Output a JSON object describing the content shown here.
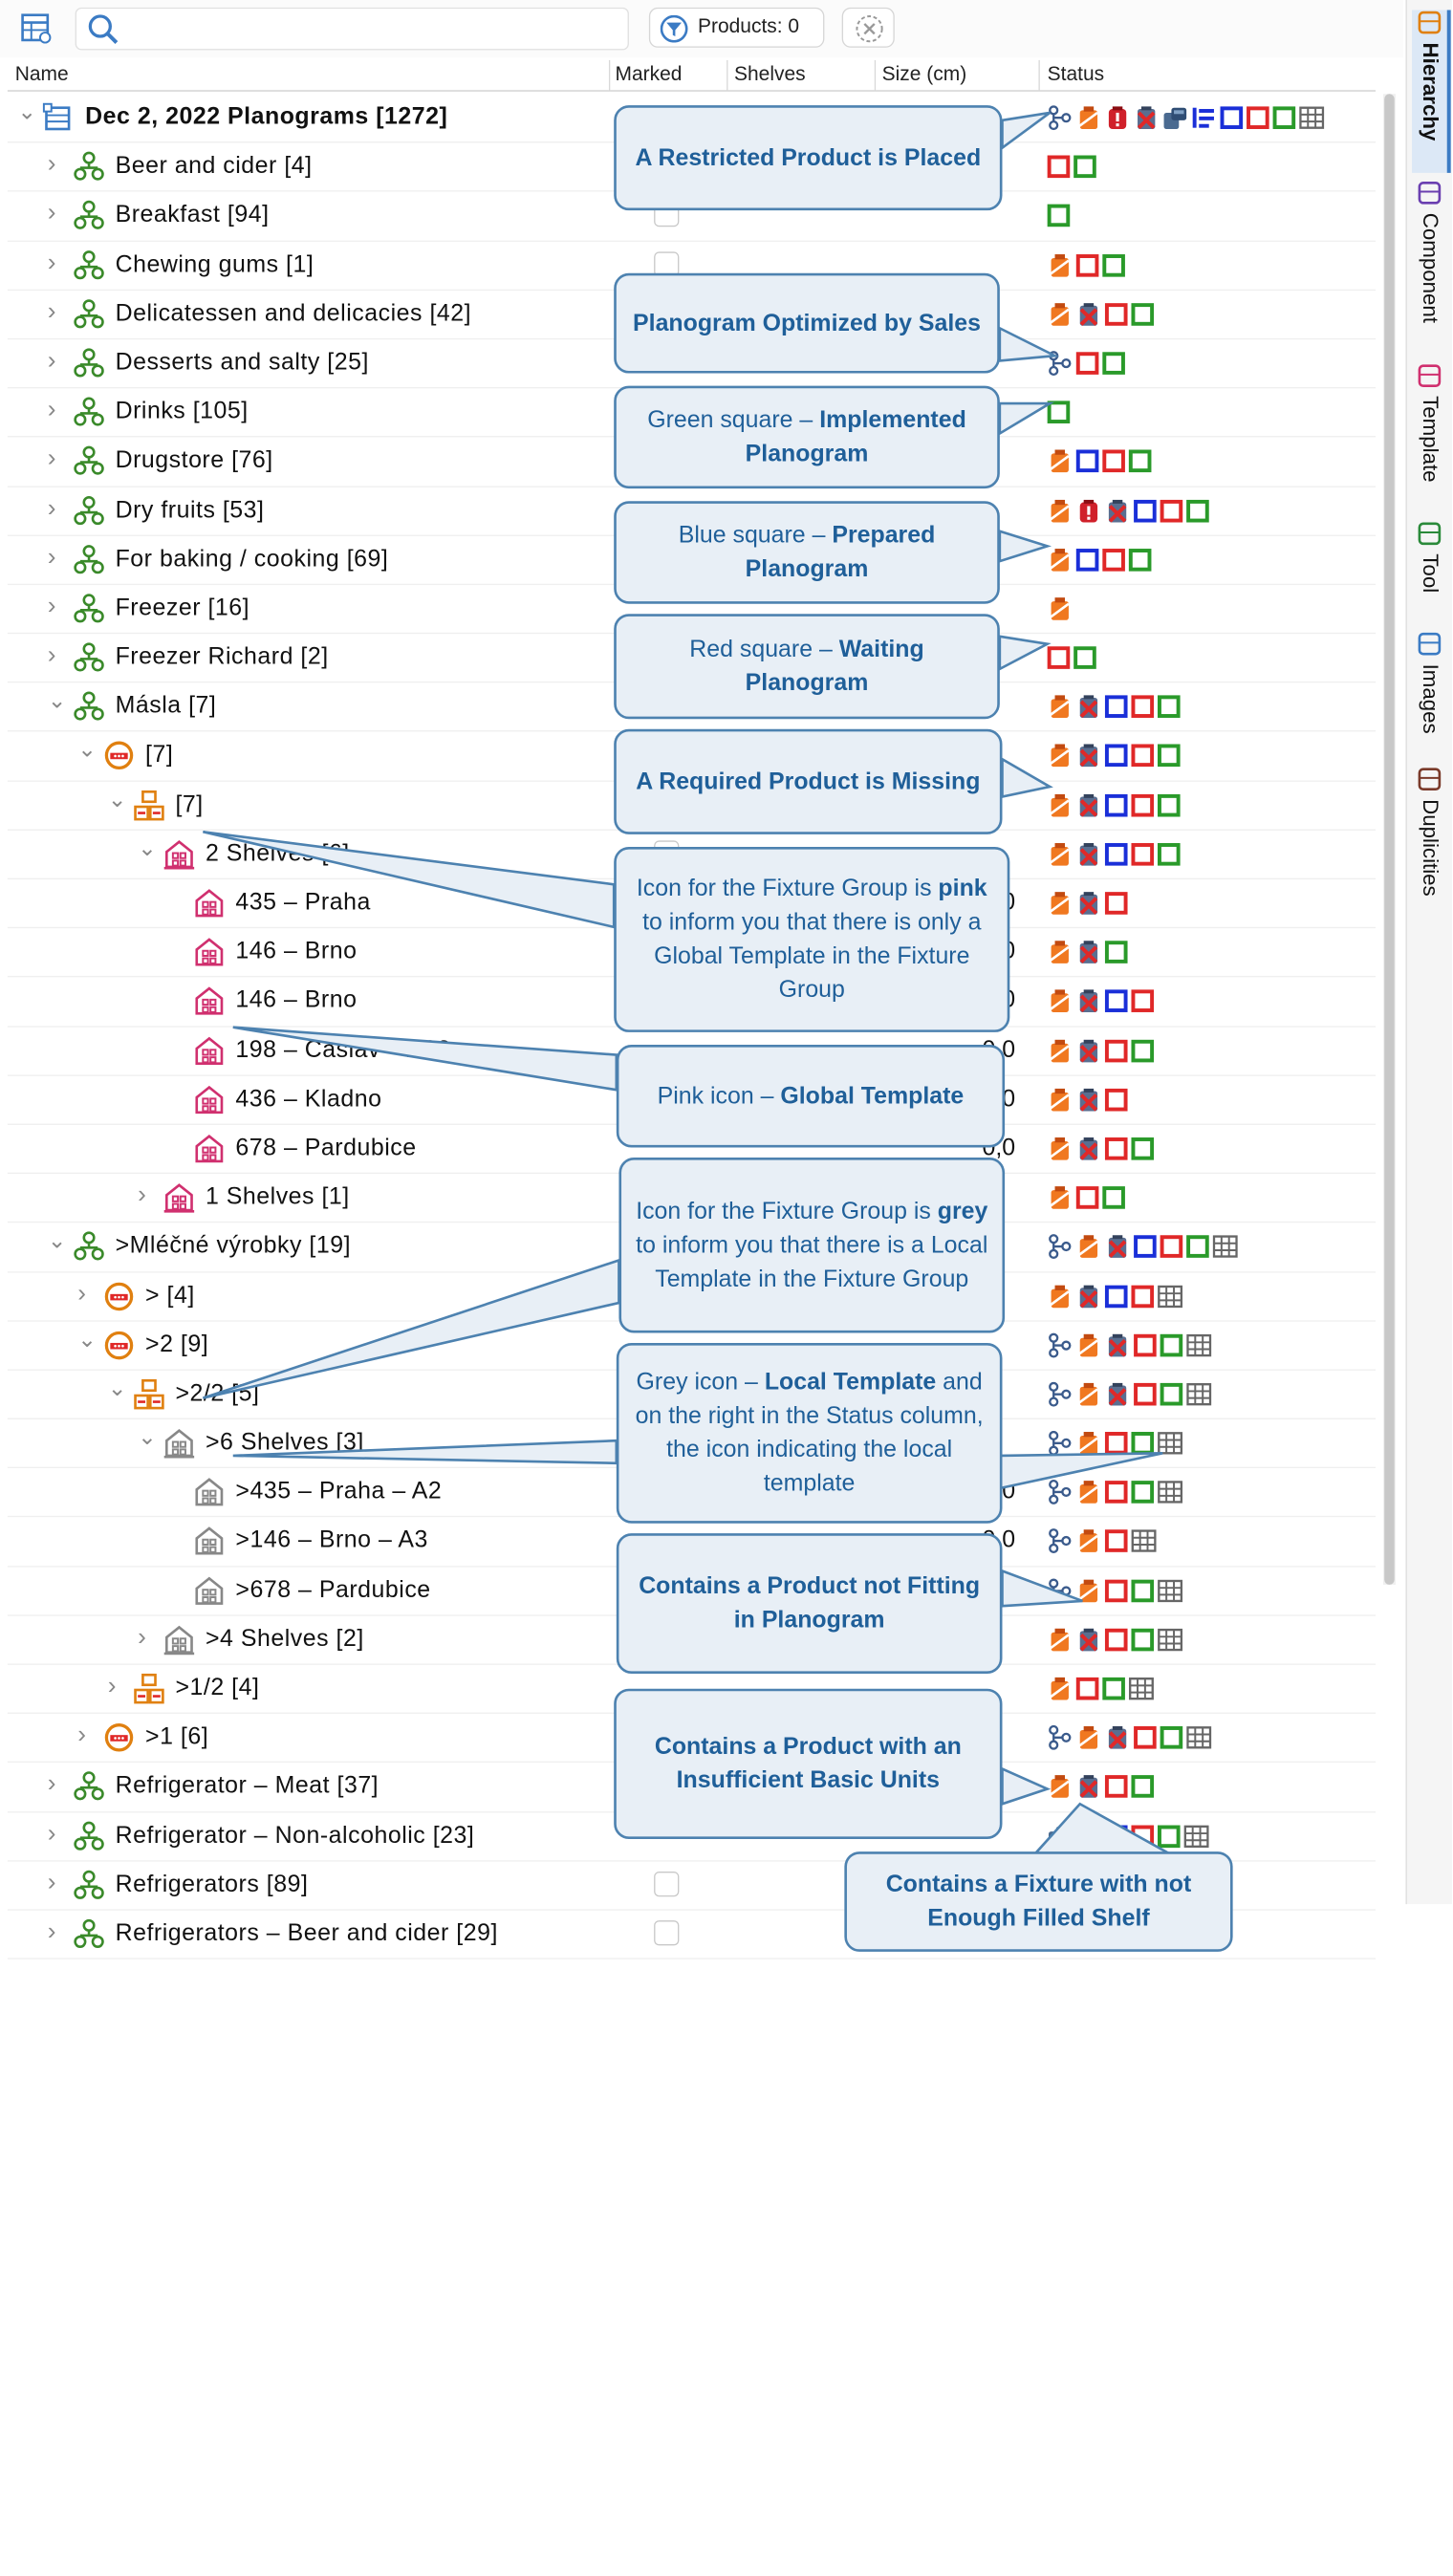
{
  "toolbar": {
    "search_placeholder": "",
    "products_label": "Products: 0"
  },
  "columns": {
    "name": "Name",
    "marked": "Marked",
    "shelves": "Shelves",
    "size": "Size (cm)",
    "status": "Status"
  },
  "side_tabs": [
    "Hierarchy",
    "Component",
    "Template",
    "Tool",
    "Images",
    "Duplicities"
  ],
  "rows": [
    {
      "label": "Dec 2, 2022 Planograms [1272]",
      "bold": true,
      "level": 0,
      "icon": "planogram-root-icon",
      "expanded": true,
      "check": false,
      "size": "",
      "status": [
        "branch",
        "paint",
        "restricted",
        "notfit",
        "insufficient",
        "shelf",
        "blue",
        "red",
        "green",
        "grid"
      ]
    },
    {
      "label": "Beer and cider [4]",
      "level": 1,
      "icon": "category-icon",
      "expanded": false,
      "check": false,
      "size": "",
      "status": [
        "red",
        "green"
      ]
    },
    {
      "label": "Breakfast [94]",
      "level": 1,
      "icon": "category-icon",
      "expanded": false,
      "check": true,
      "size": "",
      "status": [
        "green"
      ]
    },
    {
      "label": "Chewing gums [1]",
      "level": 1,
      "icon": "category-icon",
      "expanded": false,
      "check": true,
      "size": "",
      "status": [
        "paint",
        "red",
        "green"
      ]
    },
    {
      "label": "Delicatessen and delicacies [42]",
      "level": 1,
      "icon": "category-icon",
      "expanded": false,
      "check": false,
      "size": "",
      "status": [
        "paint",
        "notfit",
        "red",
        "green"
      ]
    },
    {
      "label": "Desserts and salty [25]",
      "level": 1,
      "icon": "category-icon",
      "expanded": false,
      "check": false,
      "size": "",
      "status": [
        "branch",
        "red",
        "green"
      ]
    },
    {
      "label": "Drinks [105]",
      "level": 1,
      "icon": "category-icon",
      "expanded": false,
      "check": false,
      "size": "",
      "status": [
        "green"
      ]
    },
    {
      "label": "Drugstore [76]",
      "level": 1,
      "icon": "category-icon",
      "expanded": false,
      "check": false,
      "size": "",
      "status": [
        "paint",
        "blue",
        "red",
        "green"
      ]
    },
    {
      "label": "Dry fruits [53]",
      "level": 1,
      "icon": "category-icon",
      "expanded": false,
      "check": false,
      "size": "",
      "status": [
        "paint",
        "restricted",
        "notfit",
        "blue",
        "red",
        "green"
      ]
    },
    {
      "label": "For baking / cooking [69]",
      "level": 1,
      "icon": "category-icon",
      "expanded": false,
      "check": false,
      "size": "",
      "status": [
        "paint",
        "blue",
        "red",
        "green"
      ]
    },
    {
      "label": "Freezer [16]",
      "level": 1,
      "icon": "category-icon",
      "expanded": false,
      "check": false,
      "size": "",
      "status": [
        "paint"
      ]
    },
    {
      "label": "Freezer Richard [2]",
      "level": 1,
      "icon": "category-icon",
      "expanded": false,
      "check": false,
      "size": "",
      "status": [
        "red",
        "green"
      ]
    },
    {
      "label": "Másla [7]",
      "level": 1,
      "icon": "category-icon",
      "expanded": true,
      "check": false,
      "size": "",
      "status": [
        "paint",
        "notfit",
        "blue",
        "red",
        "green"
      ]
    },
    {
      "label": "[7]",
      "level": 2,
      "icon": "store-group-icon",
      "expanded": true,
      "check": true,
      "size": "",
      "status": [
        "paint",
        "notfit",
        "blue",
        "red",
        "green"
      ]
    },
    {
      "label": "[7]",
      "level": 3,
      "icon": "fixture-set-icon",
      "expanded": true,
      "check": false,
      "size": "",
      "status": [
        "paint",
        "notfit",
        "blue",
        "red",
        "green"
      ]
    },
    {
      "label": "2 Shelves [6]",
      "level": 4,
      "icon": "fixture-pink-icon",
      "expanded": true,
      "check": true,
      "size": "",
      "status": [
        "paint",
        "notfit",
        "blue",
        "red",
        "green"
      ]
    },
    {
      "label": "435 – Praha",
      "level": 5,
      "icon": "template-pink-icon",
      "expanded": null,
      "check": false,
      "size": "0,0",
      "status": [
        "paint",
        "notfit",
        "red"
      ]
    },
    {
      "label": "146 – Brno",
      "level": 5,
      "icon": "template-pink-icon",
      "expanded": null,
      "check": false,
      "size": "0,0",
      "status": [
        "paint",
        "notfit",
        "green"
      ]
    },
    {
      "label": "146 – Brno",
      "level": 5,
      "icon": "template-pink-icon",
      "expanded": null,
      "check": false,
      "size": "0,0",
      "status": [
        "paint",
        "notfit",
        "blue",
        "red"
      ]
    },
    {
      "label": "198 – Čáslav – A02",
      "level": 5,
      "icon": "template-pink-icon",
      "expanded": null,
      "check": false,
      "size": "0,0",
      "status": [
        "paint",
        "notfit",
        "red",
        "green"
      ]
    },
    {
      "label": "436 – Kladno",
      "level": 5,
      "icon": "template-pink-icon",
      "expanded": null,
      "check": false,
      "size": "0,0",
      "status": [
        "paint",
        "notfit",
        "red"
      ]
    },
    {
      "label": "678 – Pardubice",
      "level": 5,
      "icon": "template-pink-icon",
      "expanded": null,
      "check": false,
      "size": "0,0",
      "status": [
        "paint",
        "notfit",
        "red",
        "green"
      ]
    },
    {
      "label": "1 Shelves [1]",
      "level": 4,
      "icon": "fixture-pink-icon",
      "expanded": false,
      "check": true,
      "size": "",
      "status": [
        "paint",
        "red",
        "green"
      ]
    },
    {
      "label": ">Mléčné výrobky [19]",
      "level": 1,
      "icon": "category-icon",
      "expanded": true,
      "check": false,
      "size": "",
      "status": [
        "branch",
        "paint",
        "notfit",
        "blue",
        "red",
        "green",
        "grid"
      ]
    },
    {
      "label": "> [4]",
      "level": 2,
      "icon": "store-group-icon",
      "expanded": false,
      "check": false,
      "size": "",
      "status": [
        "paint",
        "notfit",
        "blue",
        "red",
        "grid"
      ]
    },
    {
      "label": ">2 [9]",
      "level": 2,
      "icon": "store-group-icon",
      "expanded": true,
      "check": false,
      "size": "",
      "status": [
        "branch",
        "paint",
        "notfit",
        "red",
        "green",
        "grid"
      ]
    },
    {
      "label": ">2/2 [5]",
      "level": 3,
      "icon": "fixture-set-icon",
      "expanded": true,
      "check": false,
      "size": "",
      "status": [
        "branch",
        "paint",
        "notfit",
        "red",
        "green",
        "grid"
      ]
    },
    {
      "label": ">6 Shelves [3]",
      "level": 4,
      "icon": "fixture-grey-icon",
      "expanded": true,
      "check": false,
      "size": "",
      "status": [
        "branch",
        "paint",
        "red",
        "green",
        "grid"
      ]
    },
    {
      "label": ">435 – Praha – A2",
      "level": 5,
      "icon": "template-grey-icon",
      "expanded": null,
      "check": false,
      "size": "0,0",
      "status": [
        "branch",
        "paint",
        "red",
        "green",
        "grid"
      ]
    },
    {
      "label": ">146 – Brno – A3",
      "level": 5,
      "icon": "template-grey-icon",
      "expanded": null,
      "check": false,
      "size": "0,0",
      "status": [
        "branch",
        "paint",
        "red",
        "grid"
      ]
    },
    {
      "label": ">678 – Pardubice",
      "level": 5,
      "icon": "template-grey-icon",
      "expanded": null,
      "check": false,
      "size": "0,0",
      "status": [
        "branch",
        "paint",
        "red",
        "green",
        "grid"
      ]
    },
    {
      "label": ">4 Shelves [2]",
      "level": 4,
      "icon": "fixture-grey-icon",
      "expanded": false,
      "check": false,
      "size": "",
      "status": [
        "paint",
        "notfit",
        "red",
        "green",
        "grid"
      ]
    },
    {
      "label": ">1/2 [4]",
      "level": 3,
      "icon": "fixture-set-icon",
      "expanded": false,
      "check": false,
      "size": "",
      "status": [
        "paint",
        "red",
        "green",
        "grid"
      ]
    },
    {
      "label": ">1 [6]",
      "level": 2,
      "icon": "store-group-icon",
      "expanded": false,
      "check": false,
      "size": "",
      "status": [
        "branch",
        "paint",
        "notfit",
        "red",
        "green",
        "grid"
      ]
    },
    {
      "label": "Refrigerator – Meat [37]",
      "level": 1,
      "icon": "category-icon",
      "expanded": false,
      "check": false,
      "size": "",
      "status": [
        "paint",
        "notfit",
        "red",
        "green"
      ]
    },
    {
      "label": "Refrigerator – Non-alcoholic [23]",
      "level": 1,
      "icon": "category-icon",
      "expanded": false,
      "check": false,
      "size": "",
      "status": [
        "insufficient",
        "shelf",
        "blue",
        "red",
        "green",
        "grid"
      ]
    },
    {
      "label": "Refrigerators [89]",
      "level": 1,
      "icon": "category-icon",
      "expanded": false,
      "check": true,
      "size": "",
      "status": []
    },
    {
      "label": "Refrigerators – Beer and cider [29]",
      "level": 1,
      "icon": "category-icon",
      "expanded": false,
      "check": true,
      "size": "",
      "status": []
    }
  ],
  "callouts": [
    {
      "html_parts": [
        [
          "b",
          "A Restricted Product is Placed"
        ]
      ]
    },
    {
      "html_parts": [
        [
          "b",
          "Planogram Optimized by Sales"
        ]
      ]
    },
    {
      "html_parts": [
        [
          "t",
          "Green square – "
        ],
        [
          "b",
          "Implemented Planogram"
        ]
      ]
    },
    {
      "html_parts": [
        [
          "t",
          "Blue square – "
        ],
        [
          "b",
          "Prepared Planogram"
        ]
      ]
    },
    {
      "html_parts": [
        [
          "t",
          "Red square – "
        ],
        [
          "b",
          "Waiting Planogram"
        ]
      ]
    },
    {
      "html_parts": [
        [
          "b",
          "A Required Product is Missing"
        ]
      ]
    },
    {
      "html_parts": [
        [
          "t",
          "Icon for the Fixture Group is "
        ],
        [
          "b",
          "pink"
        ],
        [
          "t",
          " to inform you that there is only a Global Template in the Fixture Group"
        ]
      ]
    },
    {
      "html_parts": [
        [
          "t",
          "Pink icon – "
        ],
        [
          "b",
          "Global Template"
        ]
      ]
    },
    {
      "html_parts": [
        [
          "t",
          "Icon for the Fixture Group is "
        ],
        [
          "b",
          "grey"
        ],
        [
          "t",
          " to inform you that there is a Local Template in the Fixture Group"
        ]
      ]
    },
    {
      "html_parts": [
        [
          "t",
          "Grey icon – "
        ],
        [
          "b",
          "Local Template"
        ],
        [
          "t",
          " and on the right in the Status column, the icon indicating the local template"
        ]
      ]
    },
    {
      "html_parts": [
        [
          "b",
          "Contains a Product not Fitting in Planogram"
        ]
      ]
    },
    {
      "html_parts": [
        [
          "b",
          "Contains a Product with an Insufficient Basic Units"
        ]
      ]
    },
    {
      "html_parts": [
        [
          "b",
          "Contains a Fixture with not Enough Filled Shelf"
        ]
      ]
    }
  ],
  "colors": {
    "callout_bg": "#e8eff6",
    "callout_border": "#4d82b0",
    "callout_text": "#1f5f99",
    "square_red": "#e02828",
    "square_blue": "#1a2fd8",
    "square_green": "#2a9a2a",
    "paint_orange": "#f07820",
    "pink_icon": "#d0306f",
    "grey_icon": "#888888",
    "category_green": "#3a8a2a"
  }
}
